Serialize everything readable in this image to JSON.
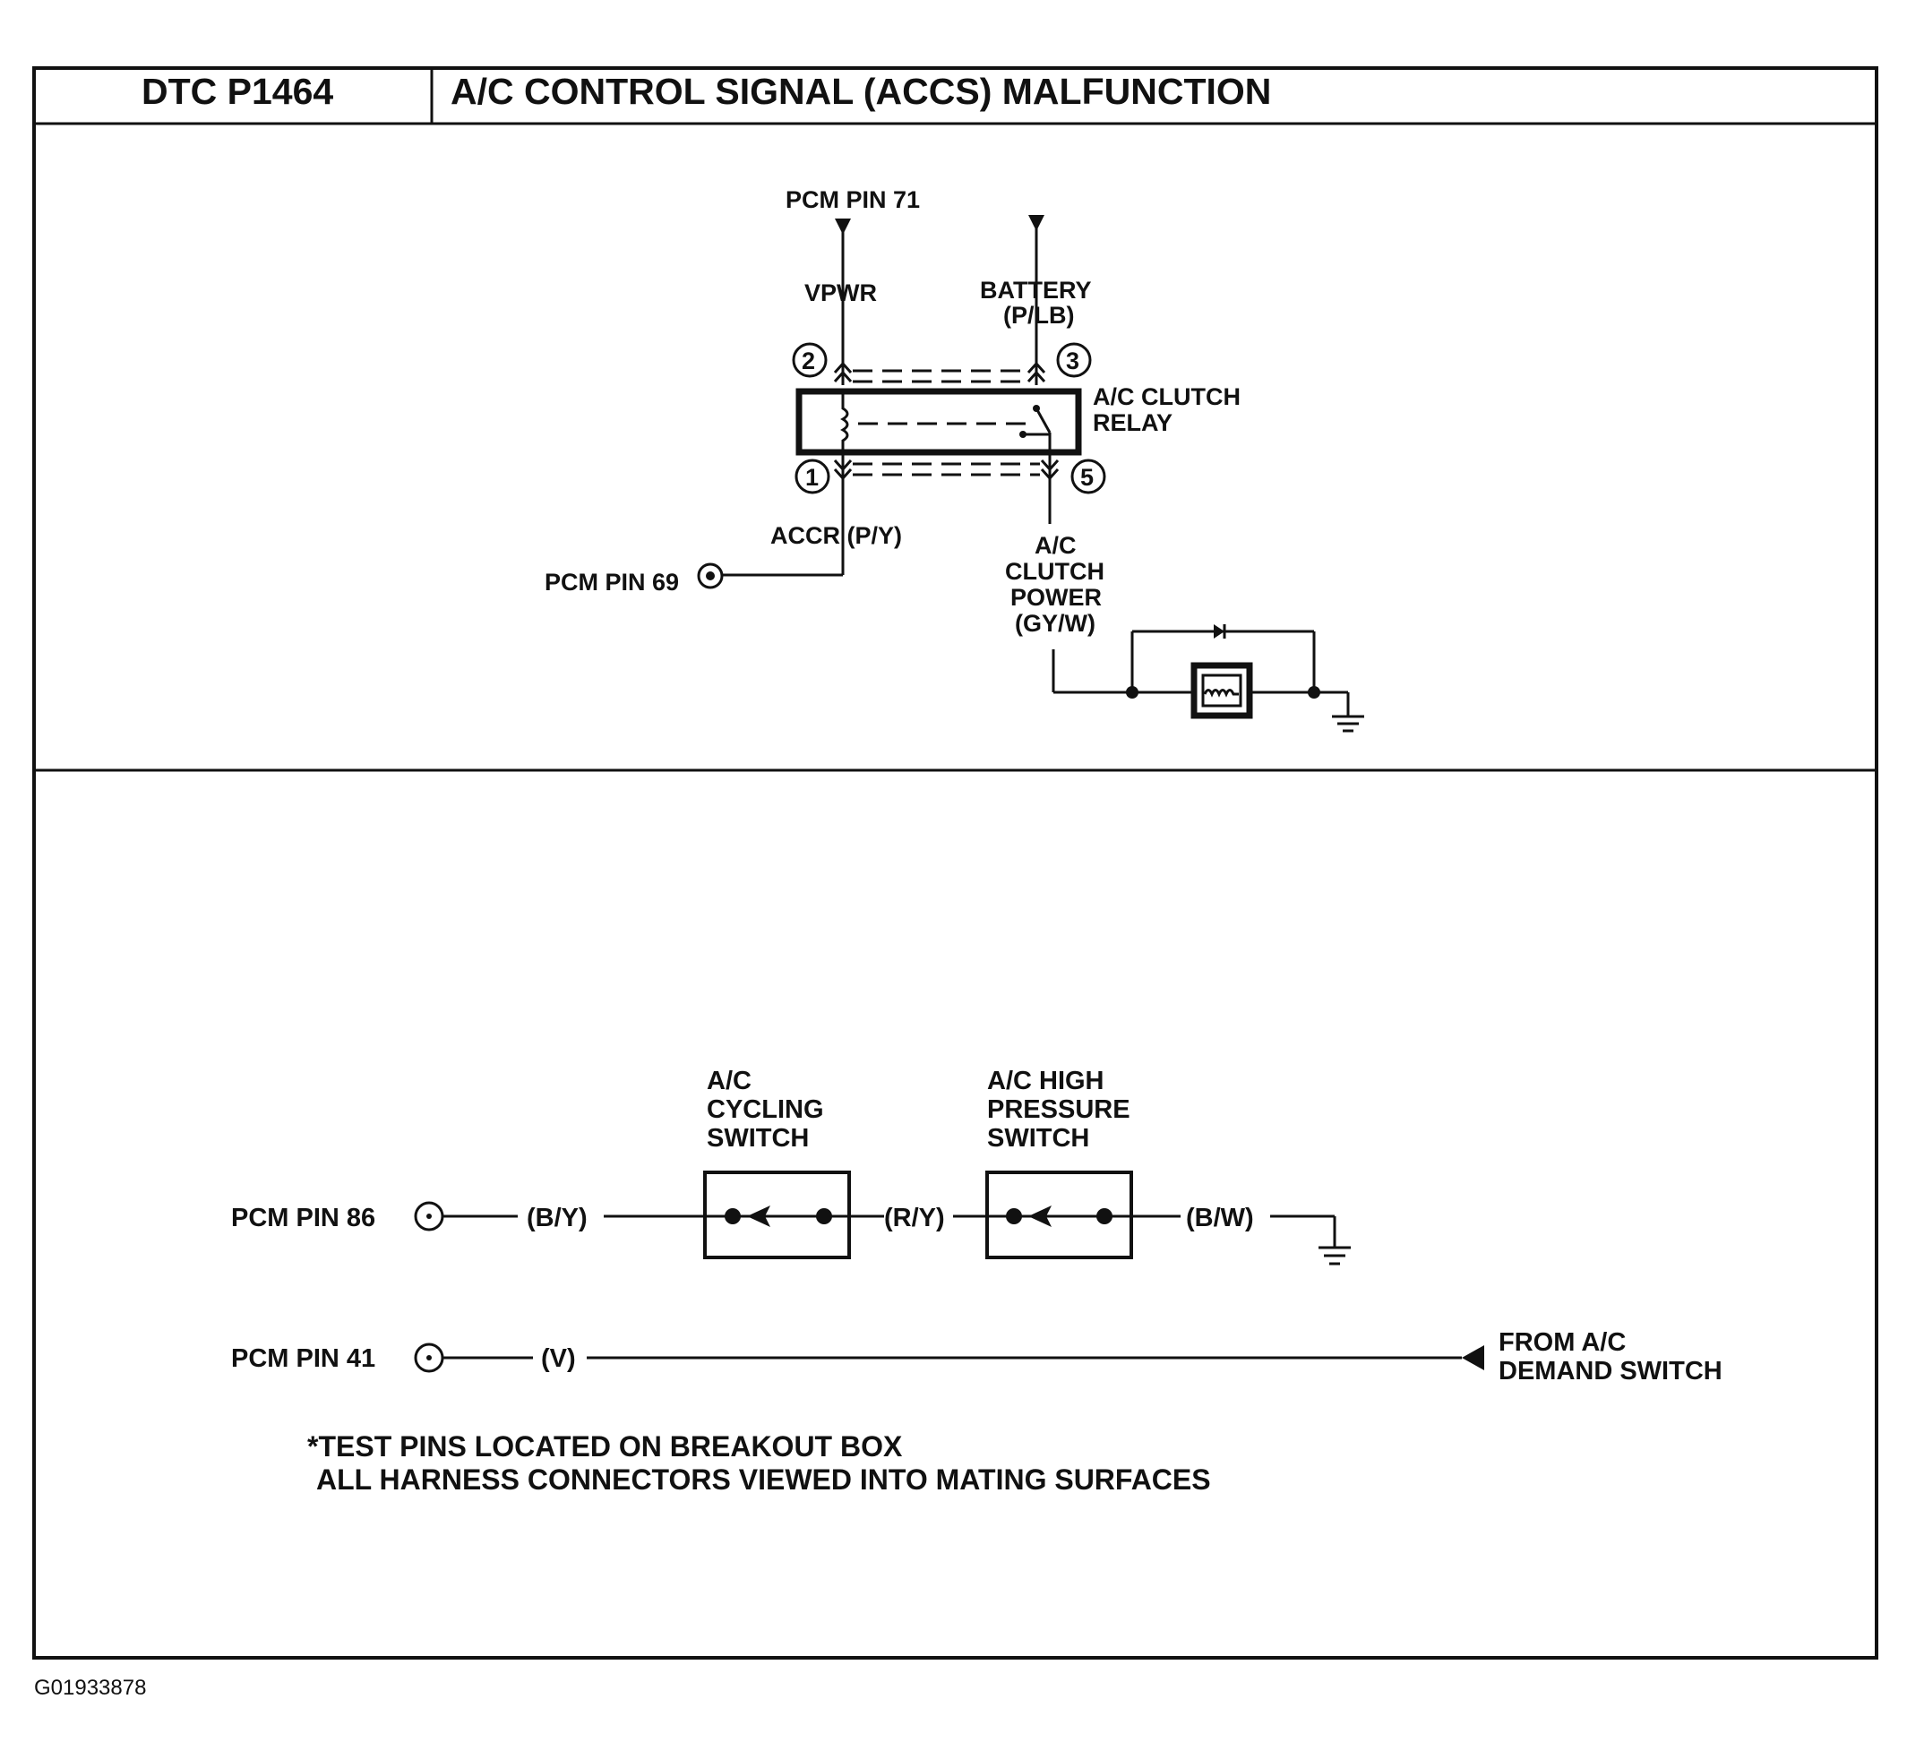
{
  "header": {
    "dtc_code": "DTC P1464",
    "title": "A/C CONTROL SIGNAL (ACCS) MALFUNCTION"
  },
  "relay_circuit": {
    "pcm_pin_71": "PCM PIN 71",
    "vpwr": "VPWR",
    "battery": "BATTERY",
    "battery_wire": "(P/LB)",
    "relay_label_line1": "A/C CLUTCH",
    "relay_label_line2": "RELAY",
    "pin_2": "2",
    "pin_3": "3",
    "pin_1": "1",
    "pin_5": "5",
    "accr": "ACCR (P/Y)",
    "pcm_pin_69": "PCM PIN 69",
    "clutch_power_line1": "A/C",
    "clutch_power_line2": "CLUTCH",
    "clutch_power_line3": "POWER",
    "clutch_power_line4": "(GY/W)"
  },
  "switch_circuit": {
    "cycling_switch_line1": "A/C",
    "cycling_switch_line2": "CYCLING",
    "cycling_switch_line3": "SWITCH",
    "high_pressure_line1": "A/C HIGH",
    "high_pressure_line2": "PRESSURE",
    "high_pressure_line3": "SWITCH",
    "pcm_pin_86": "PCM PIN 86",
    "wire_by": "(B/Y)",
    "wire_ry": "(R/Y)",
    "wire_bw": "(B/W)",
    "pcm_pin_41": "PCM PIN 41",
    "wire_v": "(V)",
    "from_demand_line1": "FROM A/C",
    "from_demand_line2": "DEMAND SWITCH"
  },
  "notes": {
    "line1": "*TEST PINS LOCATED ON BREAKOUT BOX",
    "line2": "ALL HARNESS CONNECTORS VIEWED INTO MATING SURFACES"
  },
  "figure_id": "G01933878"
}
